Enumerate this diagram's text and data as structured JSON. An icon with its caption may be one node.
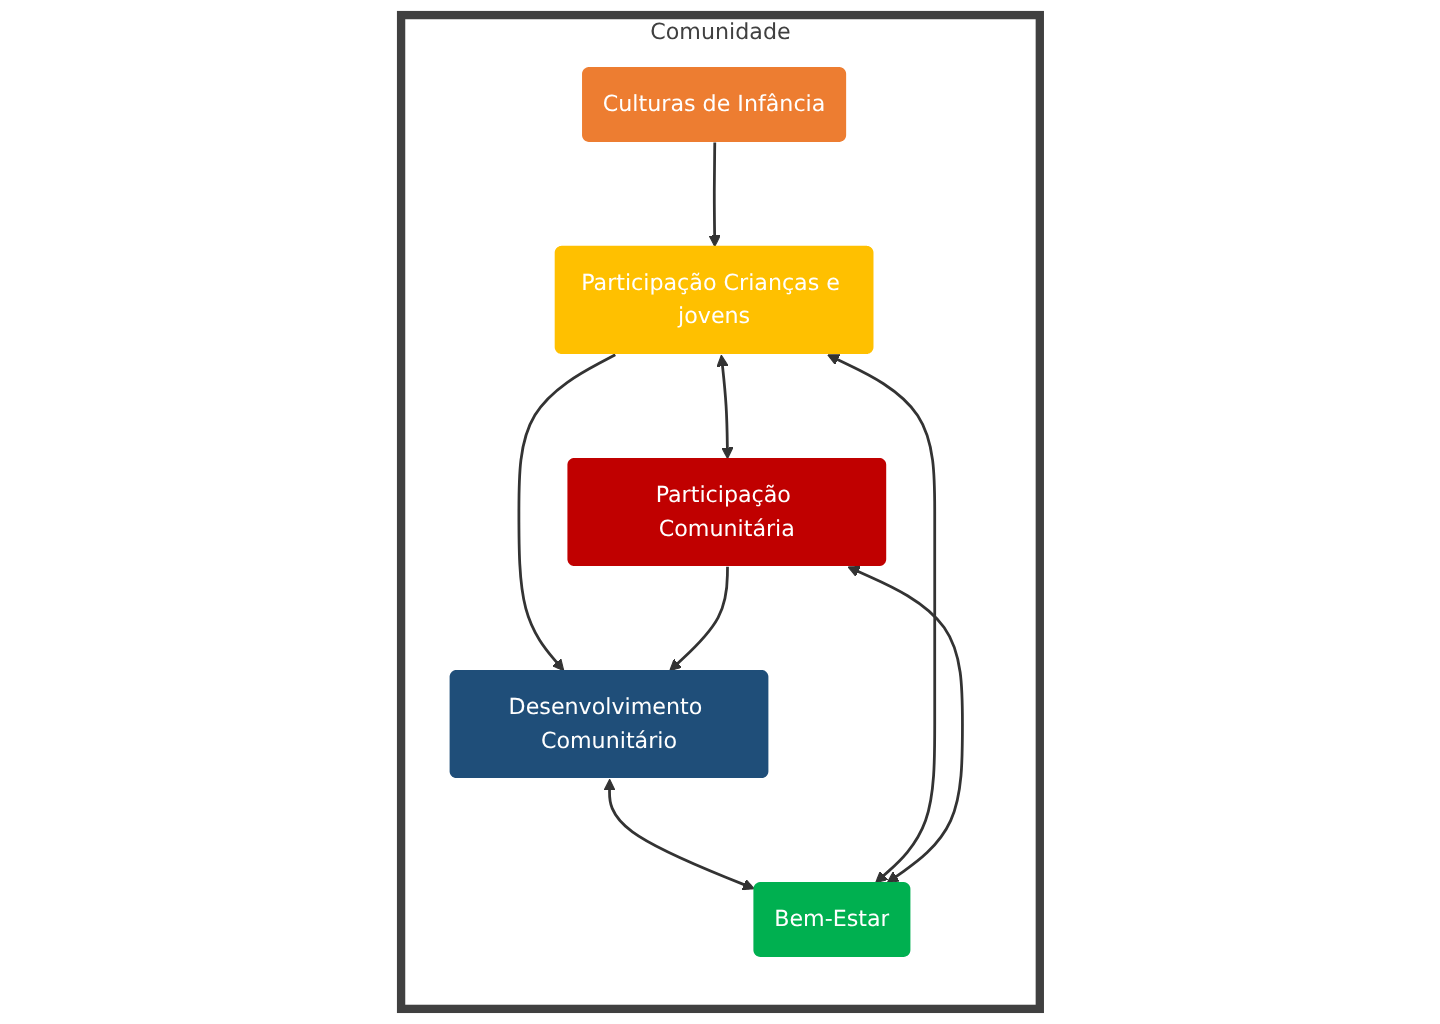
{
  "diagram": {
    "nodes": [
      {
        "text": [
          "Comunidade"
        ]
      },
      {
        "text": [
          "Participação Crianças e jovens"
        ],
        "in": 0
      },
      {
        "text": [
          "Participação Comunitária"
        ],
        "in": 0
      },
      {
        "text": [
          "Desenvolvimento Comunitário"
        ],
        "in": 0
      },
      {
        "text": [
          "Culturas de Infância"
        ],
        "in": 0
      },
      {
        "text": [
          "Bem-Estar"
        ],
        "in": 0
      }
    ],
    "edges": [
      {
        "from": 4,
        "to": 1,
        "arrow": "to"
      },
      {
        "from": 1,
        "to": 2,
        "arrow": "both"
      },
      {
        "from": 1,
        "to": 3,
        "arrow": "to"
      },
      {
        "from": 2,
        "to": 3,
        "arrow": "to"
      },
      {
        "from": 3,
        "to": 5,
        "arrow": "both"
      },
      {
        "from": 1,
        "to": 5,
        "arrow": "both"
      },
      {
        "from": 2,
        "to": 5,
        "arrow": "both"
      }
    ]
  }
}
